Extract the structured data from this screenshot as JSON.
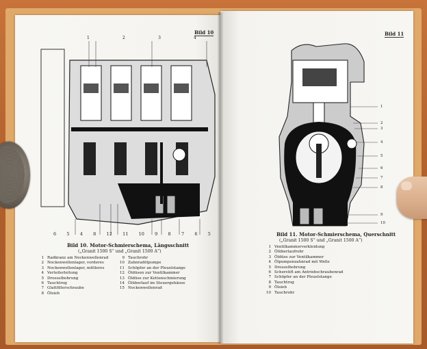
{
  "left_page": {
    "figure_number": "Bild 10",
    "caption": "Bild 10.  Motor-Schmierschema,  Längsschnitt",
    "subcaption": "(„Granit 1500 S“ und „Granit 1500 A“)",
    "top_callouts": [
      "1",
      "2",
      "3",
      "4"
    ],
    "bottom_callouts": [
      "6",
      "5",
      "4",
      "8",
      "12",
      "11",
      "10",
      "9",
      "8",
      "7",
      "6",
      "5"
    ],
    "legend_left": [
      {
        "n": "1",
        "text": "Radkranz am Nockenwellenrad"
      },
      {
        "n": "2",
        "text": "Nockenwellenlager, vorderes"
      },
      {
        "n": "3",
        "text": "Nockenwellenlager, mittleres"
      },
      {
        "n": "4",
        "text": "Verteilerleitung"
      },
      {
        "n": "5",
        "text": "Drosselbohrung"
      },
      {
        "n": "6",
        "text": "Tauchtrog"
      },
      {
        "n": "7",
        "text": "Glattfilterschraube"
      },
      {
        "n": "8",
        "text": "Ölsieb"
      }
    ],
    "legend_right": [
      {
        "n": "9",
        "text": "Tauchrohr"
      },
      {
        "n": "10",
        "text": "Zahnradölpumpe"
      },
      {
        "n": "11",
        "text": "Schöpfer an der Pleuelstange"
      },
      {
        "n": "12",
        "text": "Öldüsen zur Ventilkammer"
      },
      {
        "n": "13",
        "text": "Öldüse zur Kettenschmierung"
      },
      {
        "n": "14",
        "text": "Ölüberlauf im Steuergehäuse"
      },
      {
        "n": "15",
        "text": "Nockenwellenrad"
      }
    ]
  },
  "right_page": {
    "figure_number": "Bild 11",
    "caption": "Bild 11.  Motor-Schmierschema,  Querschnitt",
    "subcaption": "(„Granit 1500 S“ und „Granit 1500 A“)",
    "side_callouts": [
      "1",
      "2",
      "3",
      "4",
      "5",
      "6",
      "7",
      "8",
      "9",
      "10"
    ],
    "legend": [
      {
        "n": "1",
        "text": "Ventilkammerverkleidung"
      },
      {
        "n": "2",
        "text": "Ölüberlaufrohr"
      },
      {
        "n": "3",
        "text": "Öldüse zur Ventilkammer"
      },
      {
        "n": "4",
        "text": "Ölpumpenzahnrad mit Welle"
      },
      {
        "n": "5",
        "text": "Drosselbohrung"
      },
      {
        "n": "6",
        "text": "Scherstift am Antriebschraubenrad"
      },
      {
        "n": "7",
        "text": "Schöpfer an der Pleuelstange"
      },
      {
        "n": "8",
        "text": "Tauchtrog"
      },
      {
        "n": "9",
        "text": "Ölsieb"
      },
      {
        "n": "10",
        "text": "Tauchrohr"
      }
    ]
  }
}
